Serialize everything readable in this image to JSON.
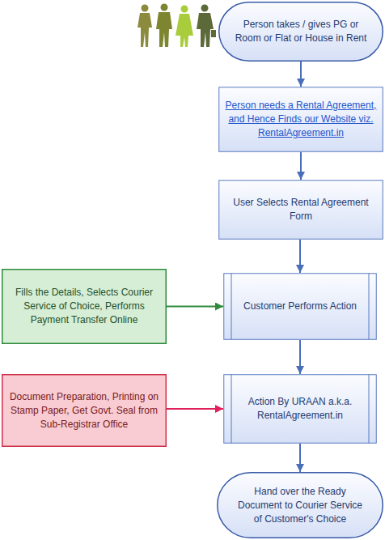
{
  "diagram": {
    "nodes": [
      {
        "text": [
          "Person takes / gives PG or  Room or Flat or House in Rent"
        ]
      },
      {
        "text": [
          "Person needs a Rental Agreement, and Hence Finds our Website viz. RentalAgreement.in"
        ]
      },
      {
        "text": [
          "User Selects Rental Agreement Form"
        ]
      },
      {
        "text": [
          "Fills the Details, Selects Courier Service of Choice, Performs Payment Transfer Online"
        ]
      },
      {
        "text": [
          "Customer Performs Action"
        ]
      },
      {
        "text": [
          "Document Preparation, Printing on Stamp Paper, Get Govt. Seal from Sub-Registrar Office"
        ]
      },
      {
        "text": [
          "Action By URAAN a.k.a. RentalAgreement.in"
        ]
      },
      {
        "text": [
          "Hand over the Ready Document to Courier Service of Customer's Choice"
        ]
      }
    ],
    "edges": [
      {
        "from": 0,
        "to": 1,
        "arrow": "to"
      },
      {
        "from": 1,
        "to": 2,
        "arrow": "to"
      },
      {
        "from": 2,
        "to": 4,
        "arrow": "to"
      },
      {
        "from": 3,
        "to": 4,
        "arrow": "to"
      },
      {
        "from": 4,
        "to": 6,
        "arrow": "to"
      },
      {
        "from": 5,
        "to": 6,
        "arrow": "to"
      },
      {
        "from": 6,
        "to": 7,
        "arrow": "to"
      }
    ]
  }
}
